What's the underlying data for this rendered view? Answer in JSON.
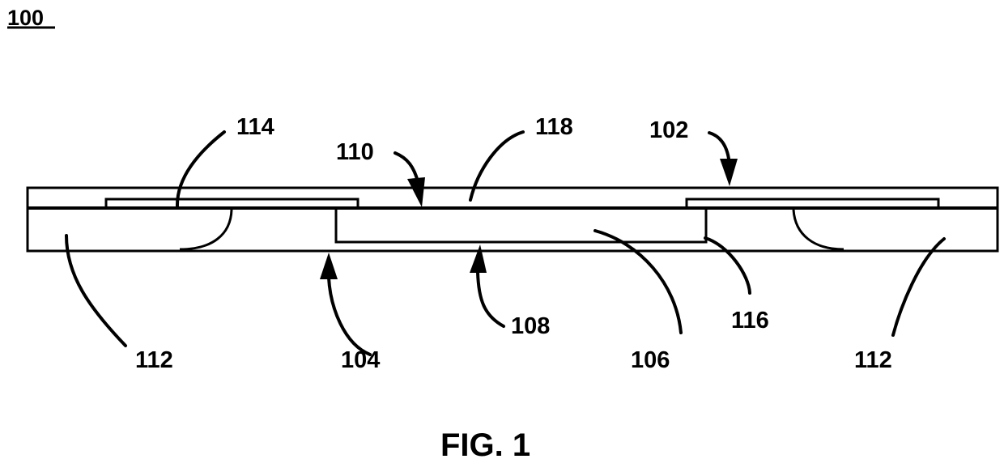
{
  "figure": {
    "number_label": "100",
    "caption": "FIG. 1"
  },
  "references": {
    "r114": "114",
    "r110": "110",
    "r118": "118",
    "r102": "102",
    "r112_left": "112",
    "r104": "104",
    "r108": "108",
    "r106": "106",
    "r116": "116",
    "r112_right": "112"
  },
  "colors": {
    "ink": "#000000",
    "paper": "#ffffff"
  }
}
